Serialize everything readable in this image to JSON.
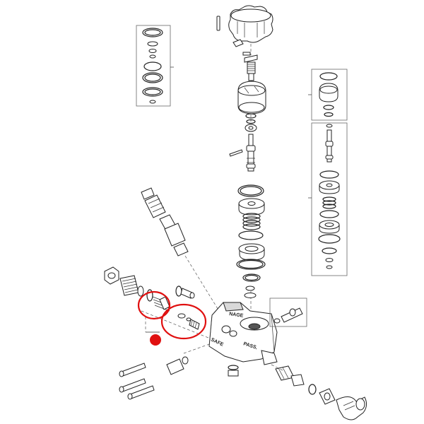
{
  "diagram": {
    "type": "exploded-parts-view",
    "body_labels": [
      "NAGE",
      "PASS."
    ],
    "side_label": "SAFE",
    "markup": {
      "circle_color": "#e01010",
      "dot_color": "#e01010"
    }
  }
}
